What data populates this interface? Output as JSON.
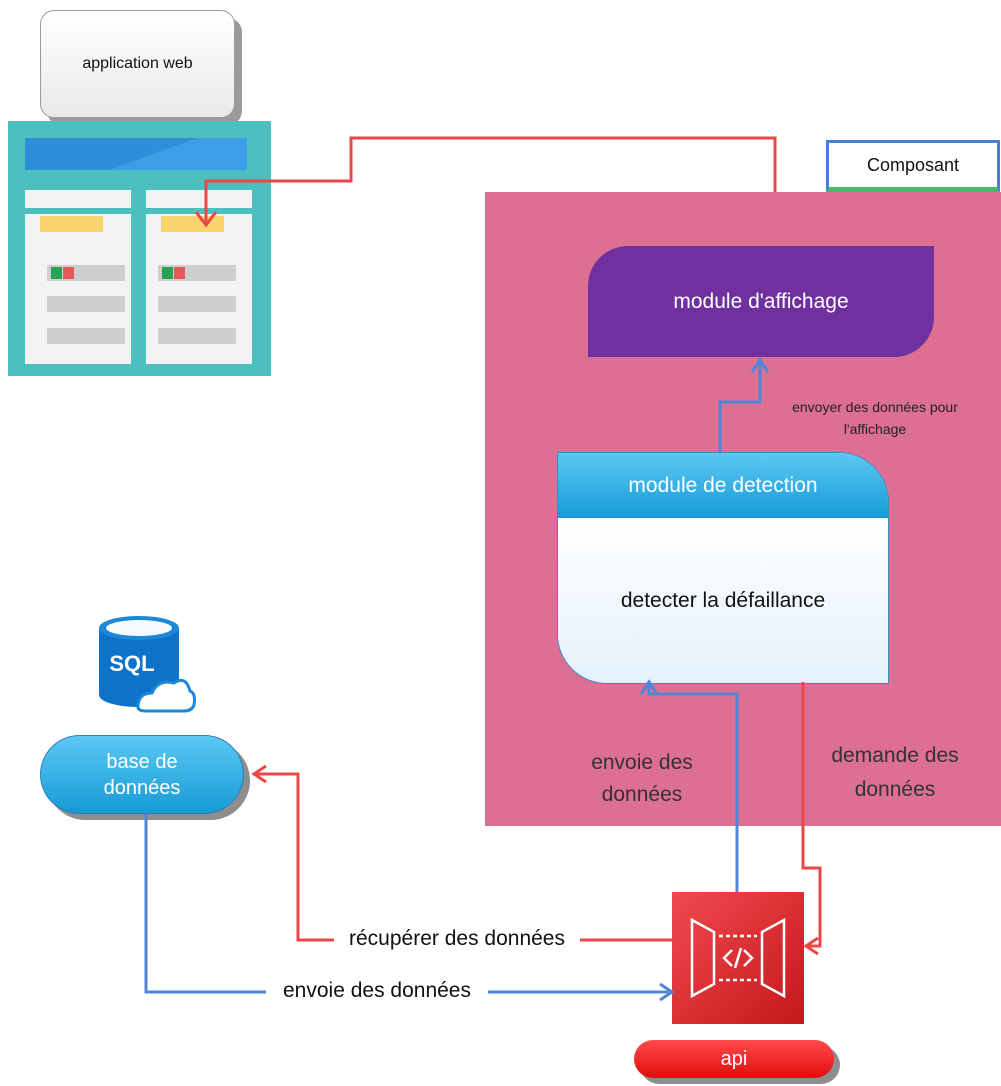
{
  "web_app": {
    "label": "application web"
  },
  "legend": {
    "label": "Composant"
  },
  "display_module": {
    "title": "module d'affichage"
  },
  "detection_module": {
    "title": "module de detection",
    "body": "detecter la défaillance"
  },
  "database": {
    "label_line1": "base de",
    "label_line2": "données",
    "icon_text": "SQL"
  },
  "api": {
    "label": "api"
  },
  "edges": {
    "send_for_display_line1": "envoyer des données pour",
    "send_for_display_line2": "l'affichage",
    "send_data_line1": "envoie des",
    "send_data_line2": "données",
    "request_data_line1": "demande des",
    "request_data_line2": "données",
    "retrieve_data": "récupérer des données",
    "db_send_data": "envoie des données"
  },
  "colors": {
    "component_bg": "#dc6f92",
    "display_module": "#7030a0",
    "detection_header": "#2aa6de",
    "red_wire": "#e84848",
    "blue_wire": "#4f86d8",
    "api_red": "#d9252a",
    "webapp_frame": "#4dbfbe"
  }
}
